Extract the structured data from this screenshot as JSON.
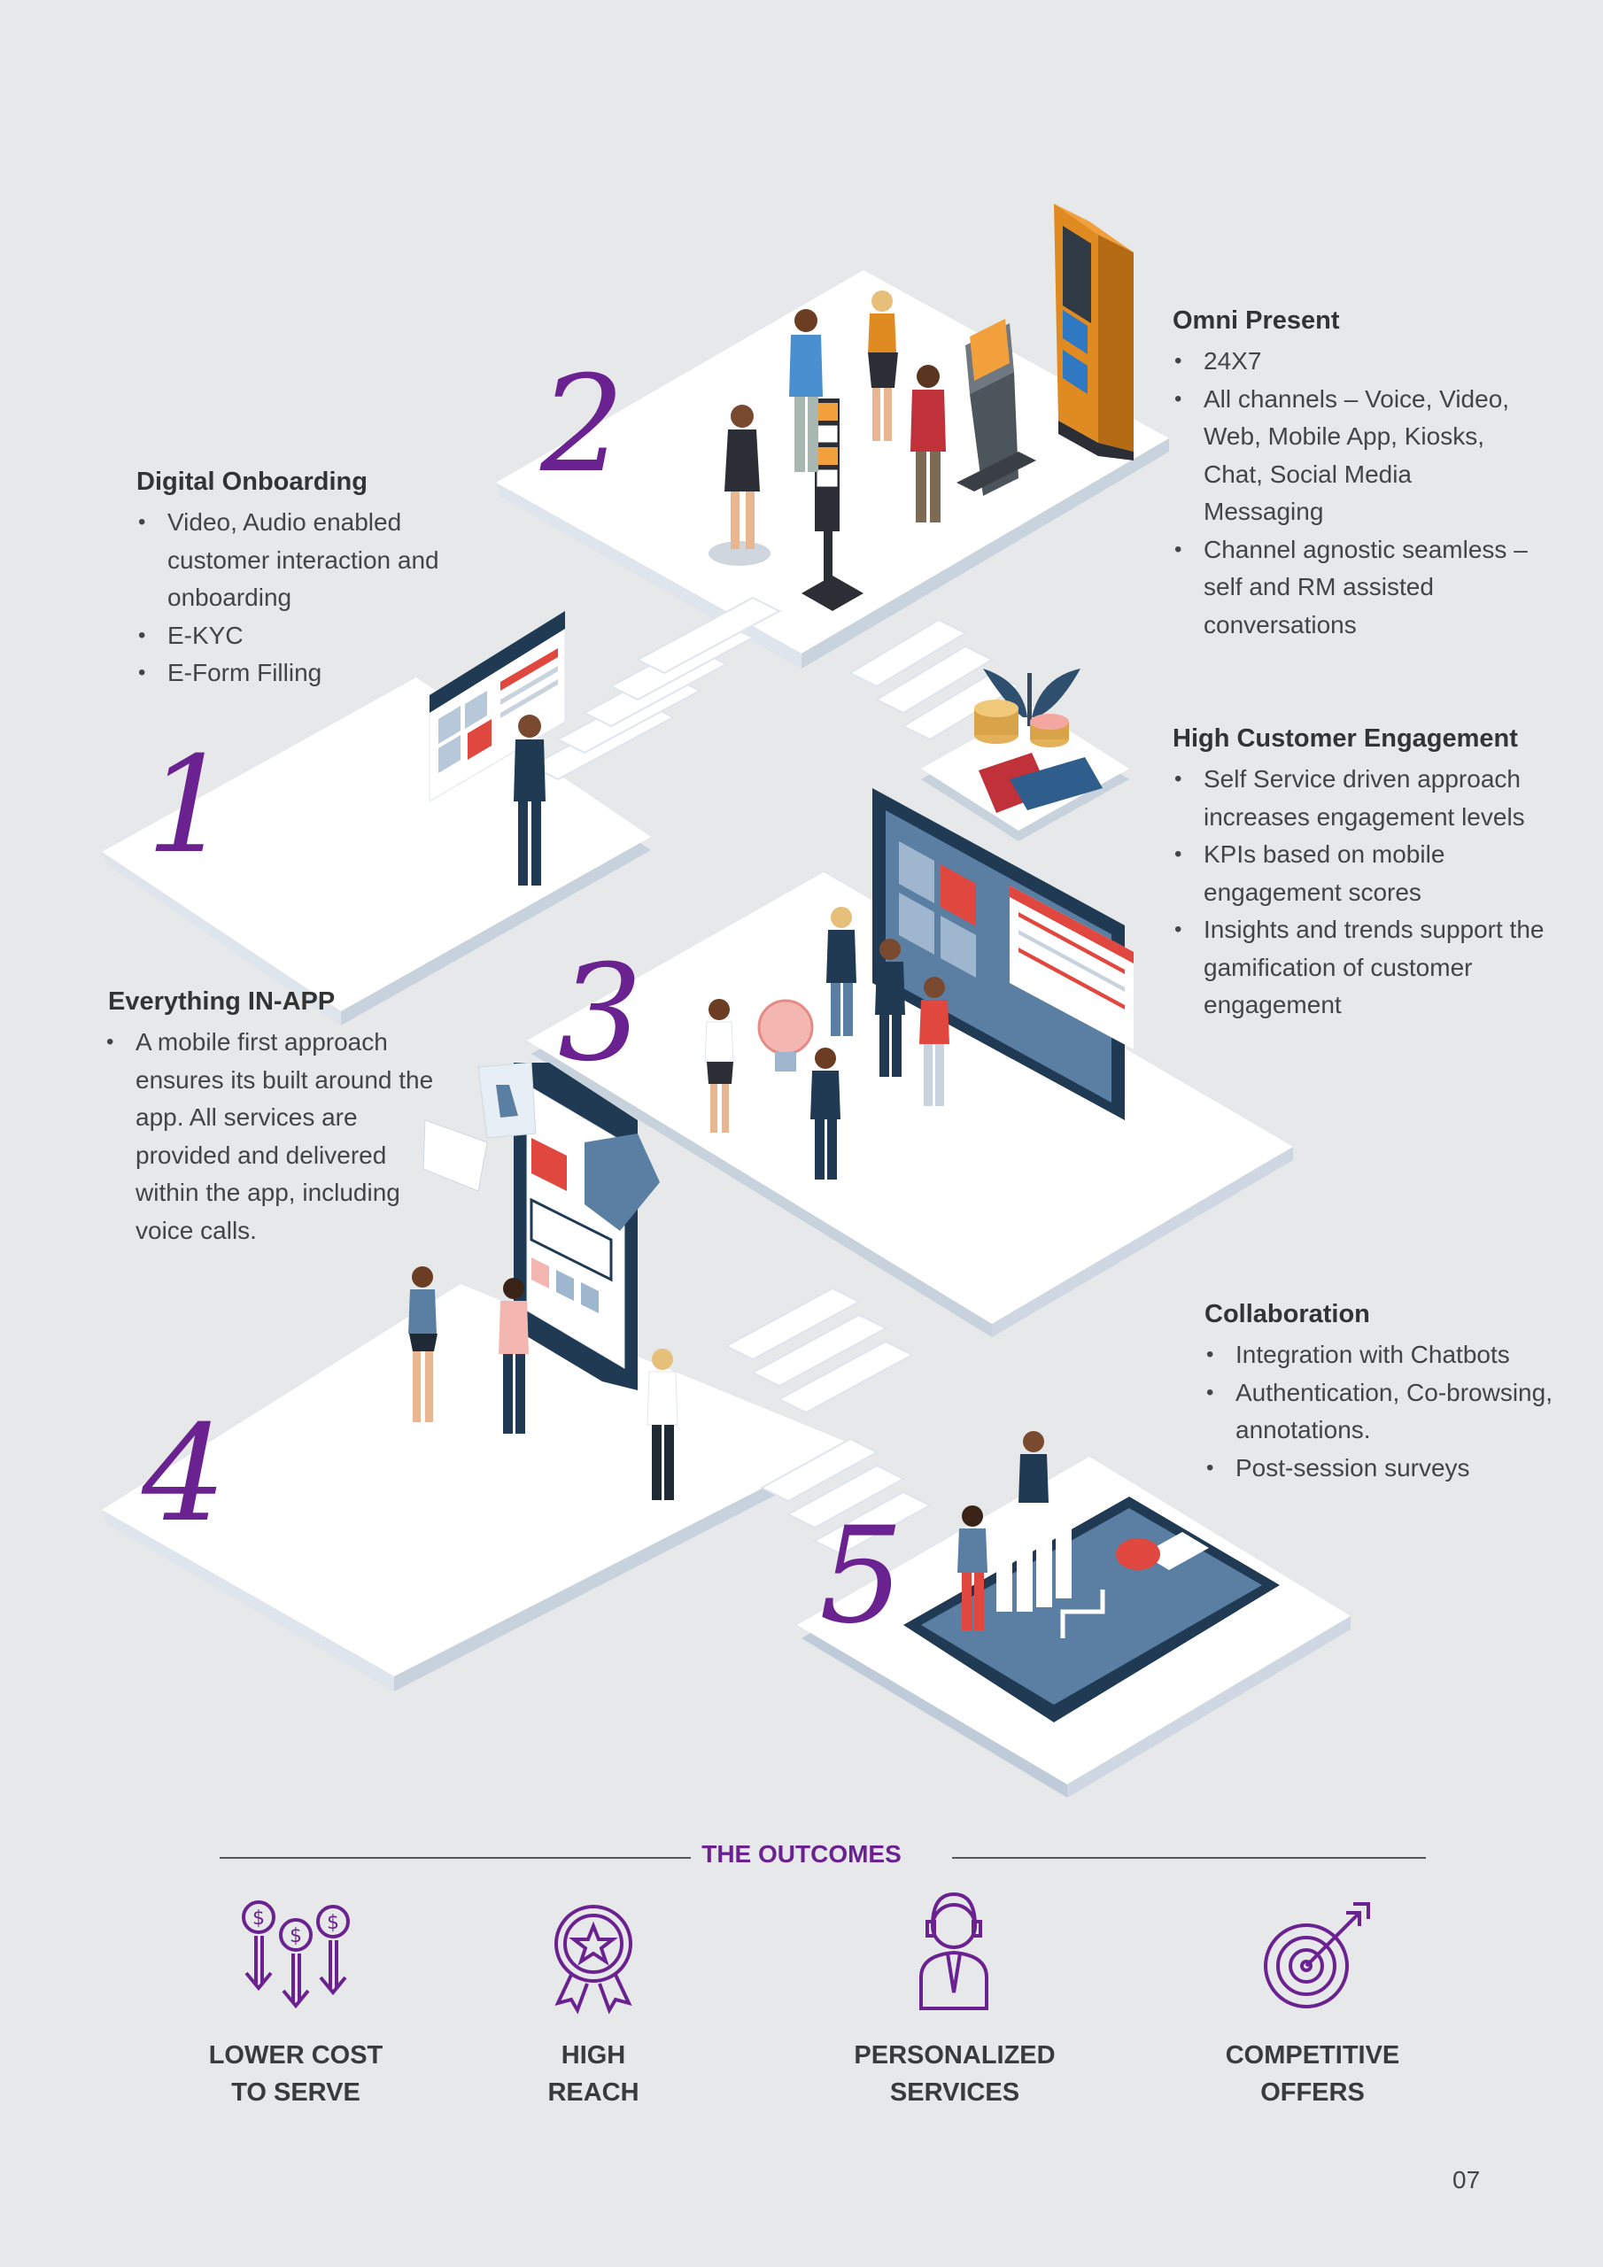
{
  "sections": {
    "digital_onboarding": {
      "number": "1",
      "title": "Digital Onboarding",
      "bullets": [
        "Video, Audio enabled customer interaction and onboarding",
        "E-KYC",
        "E-Form Filling"
      ]
    },
    "omni_present": {
      "number": "2",
      "title": "Omni Present",
      "bullets": [
        "24X7",
        "All channels – Voice, Video, Web, Mobile App, Kiosks, Chat, Social Media Messaging",
        "Channel agnostic seamless – self and RM assisted conversations"
      ]
    },
    "high_customer_engagement": {
      "number": "3",
      "title": "High Customer Engagement",
      "bullets": [
        "Self Service driven approach increases engagement levels",
        "KPIs based on mobile engagement scores",
        "Insights and trends support the gamification of customer engagement"
      ]
    },
    "everything_in_app": {
      "number": "4",
      "title": "Everything IN-APP",
      "bullets": [
        "A mobile first approach ensures its built around the app.  All services are provided and delivered within the app, including voice calls."
      ]
    },
    "collaboration": {
      "number": "5",
      "title": "Collaboration",
      "bullets": [
        "Integration with Chatbots",
        "Authentication, Co-browsing, annotations.",
        "Post-session surveys"
      ]
    }
  },
  "outcomes": {
    "title": "THE OUTCOMES",
    "items": [
      {
        "line1": "LOWER COST",
        "line2": "TO SERVE",
        "icon": "coins-down-icon"
      },
      {
        "line1": "HIGH",
        "line2": "REACH",
        "icon": "award-badge-icon"
      },
      {
        "line1": "PERSONALIZED",
        "line2": "SERVICES",
        "icon": "service-agent-icon"
      },
      {
        "line1": "COMPETITIVE",
        "line2": "OFFERS",
        "icon": "target-icon"
      }
    ]
  },
  "page_number": "07",
  "colors": {
    "background": "#e7e8ea",
    "accent_purple": "#6b2291",
    "navy": "#1f3a52",
    "red": "#e0473f",
    "orange": "#e08a22"
  }
}
